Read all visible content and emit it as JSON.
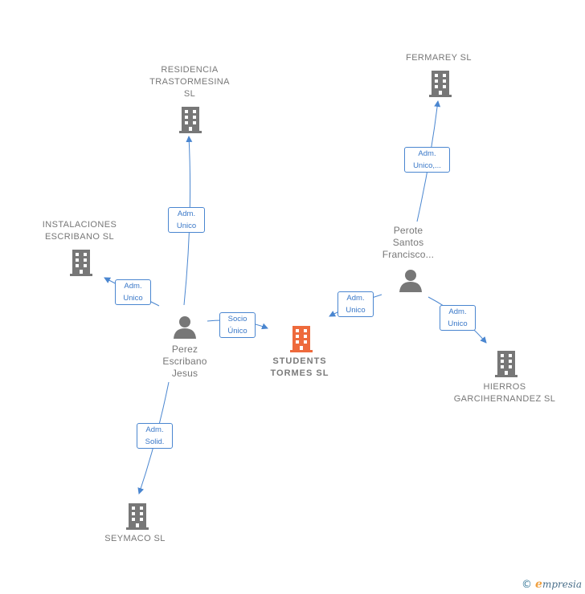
{
  "colors": {
    "company": "#777777",
    "focus_company": "#ee6a3c",
    "person": "#777777",
    "edge": "#4a86d0",
    "relation_text": "#3a78c8"
  },
  "companies": {
    "residencia": {
      "label": "RESIDENCIA\nTRASTORMESINA\nSL",
      "icon": "building-icon"
    },
    "fermarey": {
      "label": "FERMAREY SL",
      "icon": "building-icon"
    },
    "instalaciones": {
      "label": "INSTALACIONES\nESCRIBANO SL",
      "icon": "building-icon"
    },
    "students": {
      "label": "STUDENTS\nTORMES  SL",
      "icon": "building-icon"
    },
    "hierros": {
      "label": "HIERROS\nGARCIHERNANDEZ SL",
      "icon": "building-icon"
    },
    "seymaco": {
      "label": "SEYMACO SL",
      "icon": "building-icon"
    }
  },
  "people": {
    "perez": {
      "label": "Perez\nEscribano\nJesus",
      "icon": "person-icon"
    },
    "perote": {
      "label": "Perote\nSantos\nFrancisco...",
      "icon": "person-icon"
    }
  },
  "relations": {
    "perez_residencia": "Adm.\nUnico",
    "perez_instalaciones": "Adm.\nUnico",
    "perez_students": "Socio\nÚnico",
    "perez_seymaco": "Adm.\nSolid.",
    "perote_fermarey": "Adm.\nUnico,...",
    "perote_students": "Adm.\nUnico",
    "perote_hierros": "Adm.\nUnico"
  },
  "footer": {
    "copyright_symbol": "©",
    "brand_initial": "e",
    "brand_rest": "mpresia"
  }
}
